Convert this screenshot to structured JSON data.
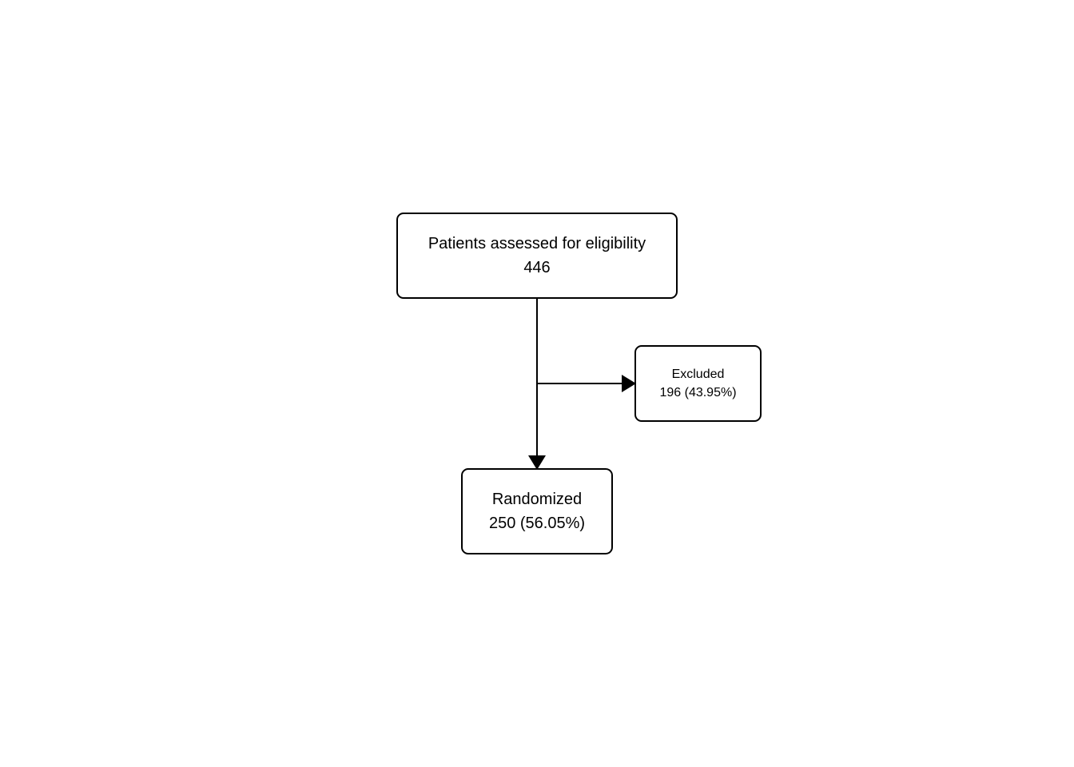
{
  "diagram": {
    "type": "flowchart",
    "nodes": {
      "assessed": {
        "label": "Patients assessed for eligibility",
        "count": "446"
      },
      "excluded": {
        "label": "Excluded",
        "count": "196 (43.95%)"
      },
      "randomized": {
        "label": "Randomized",
        "count": "250 (56.05%)"
      }
    },
    "edges": [
      {
        "from": "assessed",
        "to": "randomized"
      },
      {
        "from": "assessed",
        "to": "excluded"
      }
    ],
    "colors": {
      "stroke": "#000000",
      "background": "#ffffff",
      "text": "#000000"
    }
  }
}
